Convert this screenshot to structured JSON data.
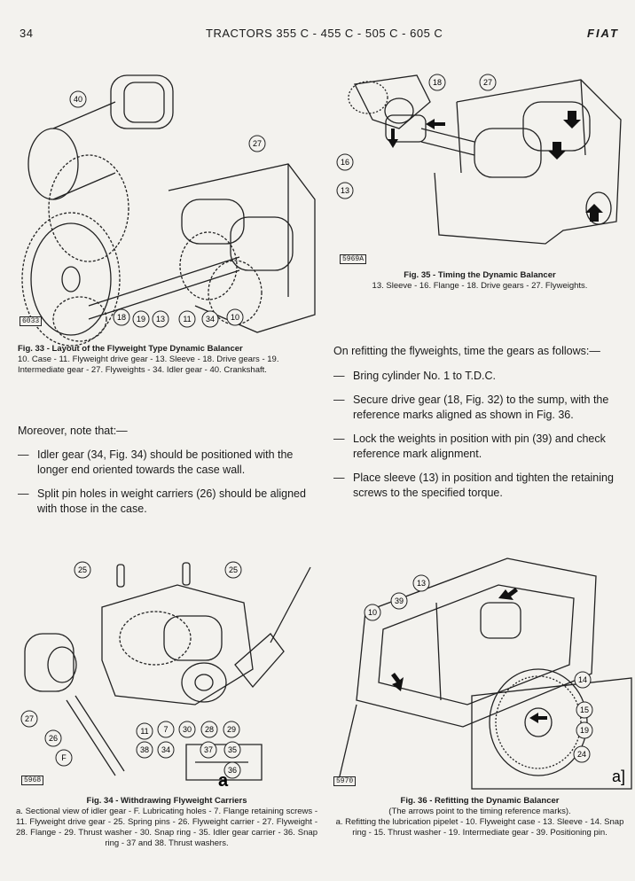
{
  "header": {
    "page_number": "34",
    "title": "TRACTORS 355 C - 455 C - 505 C - 605 C",
    "brand": "FIAT"
  },
  "fig33": {
    "tag": "6033",
    "callouts": [
      "40",
      "27",
      "18",
      "19",
      "13",
      "11",
      "34",
      "10"
    ],
    "title": "Fig. 33 - Layout of the Flyweight Type Dynamic Balancer",
    "legend": "10. Case - 11. Flyweight drive gear - 13. Sleeve - 18. Drive gears - 19. Intermediate gear - 27. Flyweights - 34. Idler gear - 40. Crankshaft."
  },
  "fig35": {
    "tag": "5969A",
    "callouts": [
      "18",
      "27",
      "16",
      "13"
    ],
    "title": "Fig. 35 - Timing the Dynamic Balancer",
    "legend": "13. Sleeve - 16. Flange - 18. Drive gears - 27. Flyweights."
  },
  "left_text": {
    "intro": "Moreover, note that:—",
    "bullets": [
      "Idler gear (34, Fig. 34) should be positioned with the longer end oriented towards the case wall.",
      "Split pin holes in weight carriers (26) should be aligned with those in the case."
    ]
  },
  "right_text": {
    "intro": "On refitting the flyweights, time the gears as follows:—",
    "bullets": [
      "Bring cylinder No. 1 to T.D.C.",
      "Secure drive gear (18, Fig. 32) to the sump, with the reference marks aligned as shown in Fig. 36.",
      "Lock the weights in position with pin (39) and check reference mark alignment.",
      "Place sleeve (13) in position and tighten the retaining screws to the specified torque."
    ]
  },
  "fig34": {
    "tag": "5968",
    "callouts": [
      "25",
      "25",
      "27",
      "26",
      "F",
      "11",
      "7",
      "30",
      "28",
      "29",
      "38",
      "34",
      "37",
      "35",
      "36"
    ],
    "inset_letter": "a",
    "title": "Fig. 34 - Withdrawing Flyweight Carriers",
    "legend": "a. Sectional view of idler gear - F. Lubricating holes - 7. Flange retaining screws - 11. Flyweight drive gear - 25. Spring pins - 26. Flyweight carrier - 27. Flyweight - 28. Flange - 29. Thrust washer - 30. Snap ring - 35. Idler gear carrier - 36. Snap ring - 37 and 38. Thrust washers."
  },
  "fig36": {
    "tag": "5970",
    "callouts": [
      "13",
      "39",
      "10",
      "14",
      "15",
      "19",
      "24"
    ],
    "inset_letter": "a]",
    "title": "Fig. 36 - Refitting the Dynamic Balancer",
    "subtitle": "(The arrows point to the timing reference marks).",
    "legend": "a. Refitting the lubrication pipelet - 10. Flyweight case - 13. Sleeve - 14. Snap ring - 15. Thrust washer - 19. Intermediate gear - 39. Positioning pin."
  }
}
